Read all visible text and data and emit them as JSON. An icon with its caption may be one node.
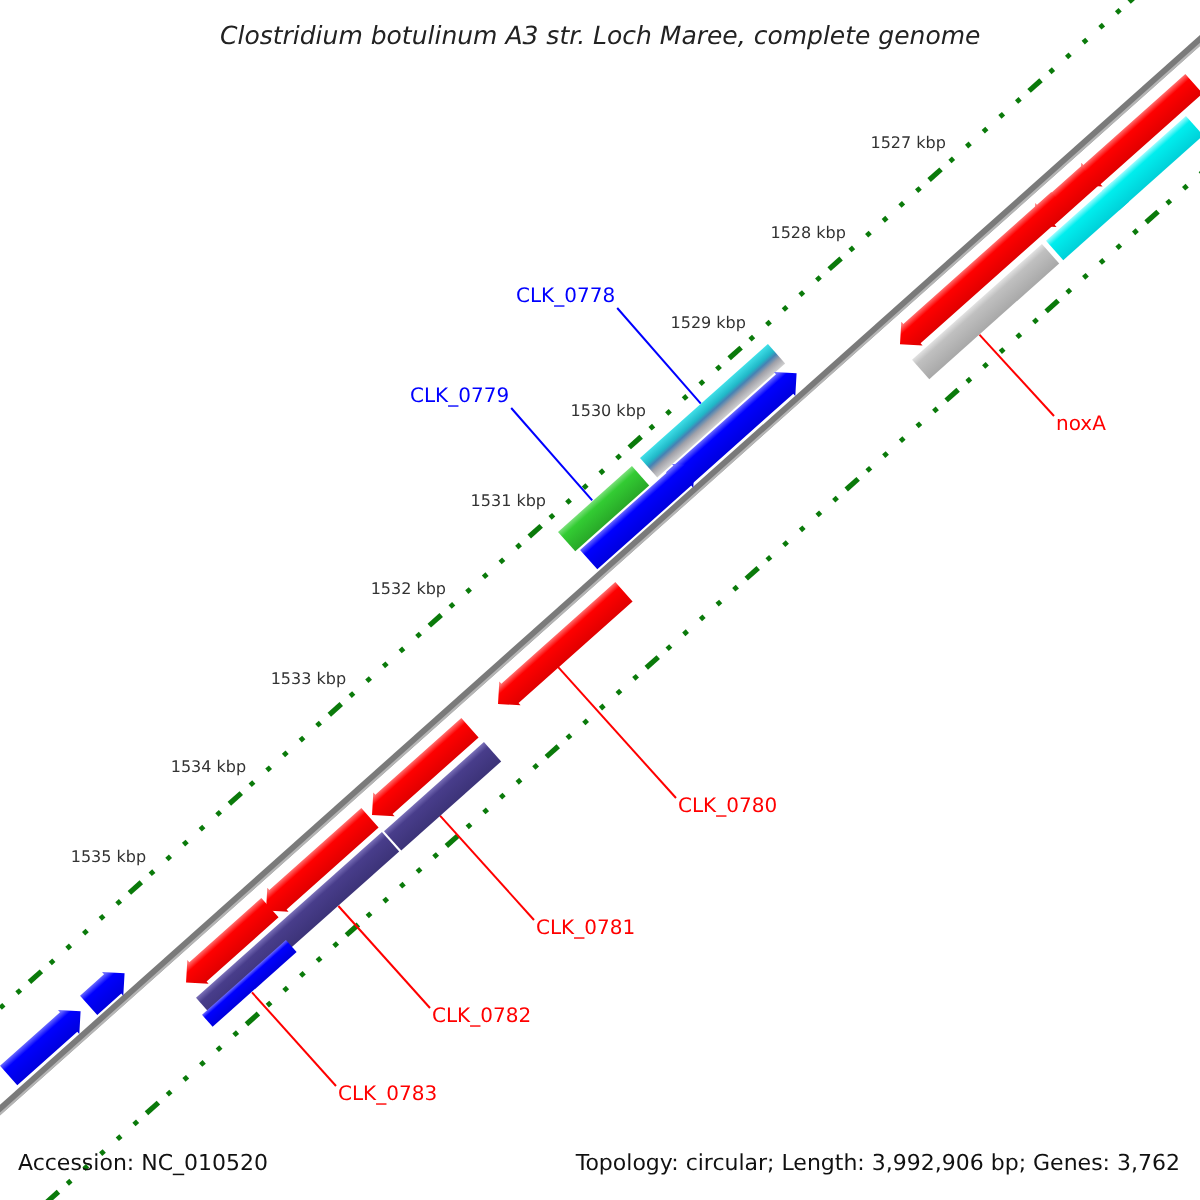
{
  "diagram": {
    "title": "Clostridium botulinum A3 str. Loch Maree, complete genome",
    "nodes": [
      {
        "text": [
          "CLK_0778"
        ]
      },
      {
        "text": [
          "CLK_0779"
        ]
      },
      {
        "text": [
          "noxA"
        ]
      },
      {
        "text": [
          "CLK_0780"
        ]
      },
      {
        "text": [
          "CLK_0781"
        ]
      },
      {
        "text": [
          "CLK_0782"
        ]
      },
      {
        "text": [
          "CLK_0783"
        ]
      },
      {
        "text": [],
        "shape": "arrow"
      },
      {
        "text": [],
        "shape": "bar"
      },
      {
        "text": [],
        "shape": "arrow"
      },
      {
        "text": [],
        "shape": "bar"
      },
      {
        "text": [],
        "shape": "arrow"
      },
      {
        "text": [],
        "shape": "bar"
      },
      {
        "text": [],
        "shape": "bar"
      },
      {
        "text": [],
        "shape": "arrow"
      },
      {
        "text": [],
        "shape": "bar"
      },
      {
        "text": [],
        "shape": "arrow"
      },
      {
        "text": [],
        "shape": "arrow"
      },
      {
        "text": [],
        "shape": "arrow"
      },
      {
        "text": [],
        "shape": "bar"
      },
      {
        "text": [],
        "shape": "arrow"
      },
      {
        "text": [],
        "shape": "bar"
      },
      {
        "text": [],
        "shape": "arrow"
      },
      {
        "text": [],
        "shape": "bar"
      },
      {
        "text": [],
        "shape": "arrow"
      },
      {
        "text": [],
        "shape": "arrow"
      }
    ],
    "edges": [
      {
        "from": 0,
        "to": 13,
        "arrow": "none",
        "color": "#0000ff"
      },
      {
        "from": 1,
        "to": 15,
        "arrow": "none",
        "color": "#0000ff"
      },
      {
        "from": 2,
        "to": 12,
        "arrow": "none"
      },
      {
        "from": 3,
        "to": 17,
        "arrow": "none"
      },
      {
        "from": 4,
        "to": 19,
        "arrow": "none"
      },
      {
        "from": 5,
        "to": 21,
        "arrow": "none"
      },
      {
        "from": 6,
        "to": 23,
        "arrow": "none"
      }
    ],
    "labels": [
      "1527 kbp",
      "1528 kbp",
      "1529 kbp",
      "1530 kbp",
      "1531 kbp",
      "1532 kbp",
      "1533 kbp",
      "1534 kbp",
      "1535 kbp",
      "Accession: NC_010520",
      "Topology: circular; Length: 3,992,906 bp; Genes: 3,762"
    ]
  }
}
